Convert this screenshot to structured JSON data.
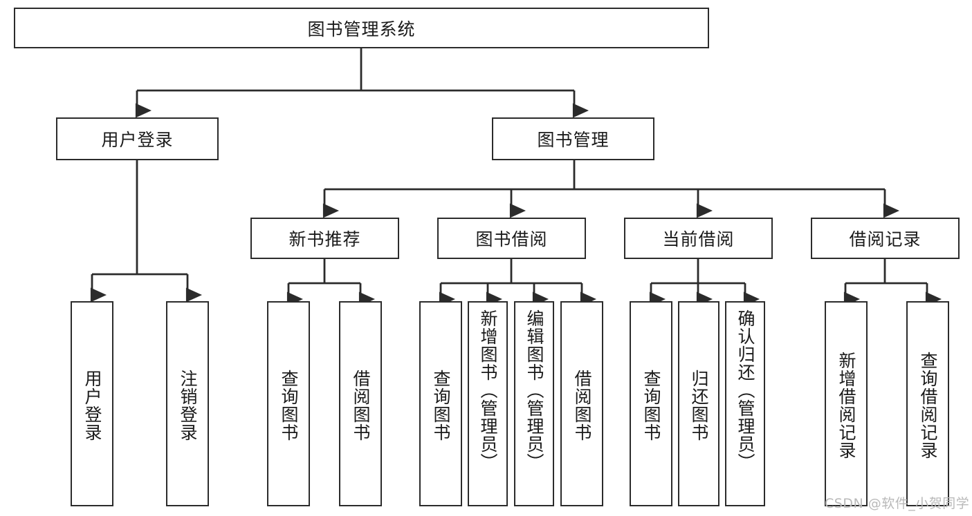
{
  "diagram": {
    "title": "图书管理系统",
    "type": "tree-hierarchy-diagram",
    "root": {
      "id": "root",
      "label": "图书管理系统"
    },
    "level2": [
      {
        "id": "user-login",
        "label": "用户登录"
      },
      {
        "id": "book-management",
        "label": "图书管理"
      }
    ],
    "level3": [
      {
        "id": "new-book-recommend",
        "label": "新书推荐",
        "parent": "book-management"
      },
      {
        "id": "book-borrow",
        "label": "图书借阅",
        "parent": "book-management"
      },
      {
        "id": "current-borrow",
        "label": "当前借阅",
        "parent": "book-management"
      },
      {
        "id": "borrow-record",
        "label": "借阅记录",
        "parent": "book-management"
      }
    ],
    "leaves": [
      {
        "id": "leaf-user-login",
        "label": "用户登录",
        "parent": "user-login"
      },
      {
        "id": "leaf-logout",
        "label": "注销登录",
        "parent": "user-login"
      },
      {
        "id": "leaf-query-book-1",
        "label": "查询图书",
        "parent": "new-book-recommend"
      },
      {
        "id": "leaf-borrow-book-1",
        "label": "借阅图书",
        "parent": "new-book-recommend"
      },
      {
        "id": "leaf-query-book-2",
        "label": "查询图书",
        "parent": "book-borrow"
      },
      {
        "id": "leaf-add-book",
        "label": "新增图书（管理员）",
        "parent": "book-borrow"
      },
      {
        "id": "leaf-edit-book",
        "label": "编辑图书（管理员）",
        "parent": "book-borrow"
      },
      {
        "id": "leaf-borrow-book-2",
        "label": "借阅图书",
        "parent": "book-borrow"
      },
      {
        "id": "leaf-query-book-3",
        "label": "查询图书",
        "parent": "current-borrow"
      },
      {
        "id": "leaf-return-book",
        "label": "归还图书",
        "parent": "current-borrow"
      },
      {
        "id": "leaf-confirm-return",
        "label": "确认归还（管理员）",
        "parent": "current-borrow"
      },
      {
        "id": "leaf-add-record",
        "label": "新增借阅记录",
        "parent": "borrow-record"
      },
      {
        "id": "leaf-query-record",
        "label": "查询借阅记录",
        "parent": "borrow-record"
      }
    ]
  },
  "watermark": {
    "text": "CSDN @软件_小贺同学"
  },
  "colors": {
    "border": "#2b2b2b",
    "background": "#ffffff",
    "text": "#1a1a1a",
    "watermark": "#b9b9b9"
  }
}
